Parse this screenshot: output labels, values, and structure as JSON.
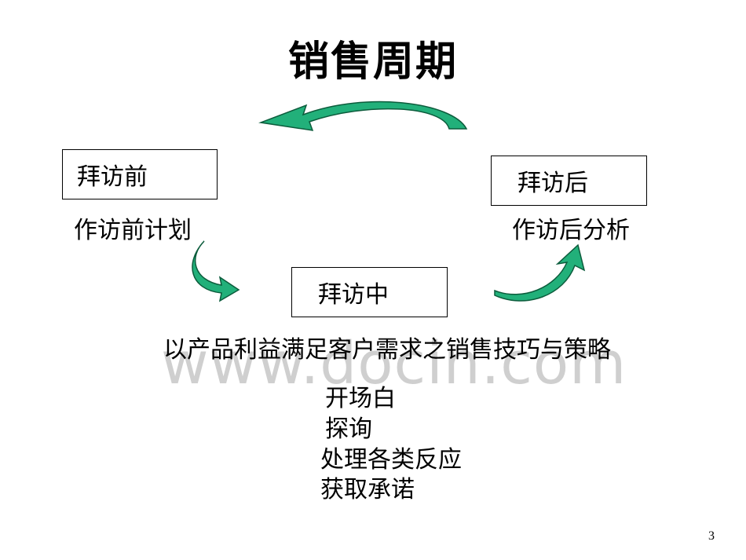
{
  "title": "销售周期",
  "watermark": "www.docin.com",
  "stages": {
    "before": {
      "label": "拜访前",
      "note": "作访前计划"
    },
    "during": {
      "label": "拜访中",
      "note": "以产品利益满足客户需求之销售技巧与策略"
    },
    "after": {
      "label": "拜访后",
      "note": "作访后分析"
    }
  },
  "steps": [
    "开场白",
    "探询",
    "处理各类反应",
    "获取承诺"
  ],
  "page_number": "3",
  "colors": {
    "arrow_fill": "#22b07a",
    "arrow_stroke": "#0c5c3c"
  },
  "icons": [
    "curved-arrow-icon"
  ]
}
